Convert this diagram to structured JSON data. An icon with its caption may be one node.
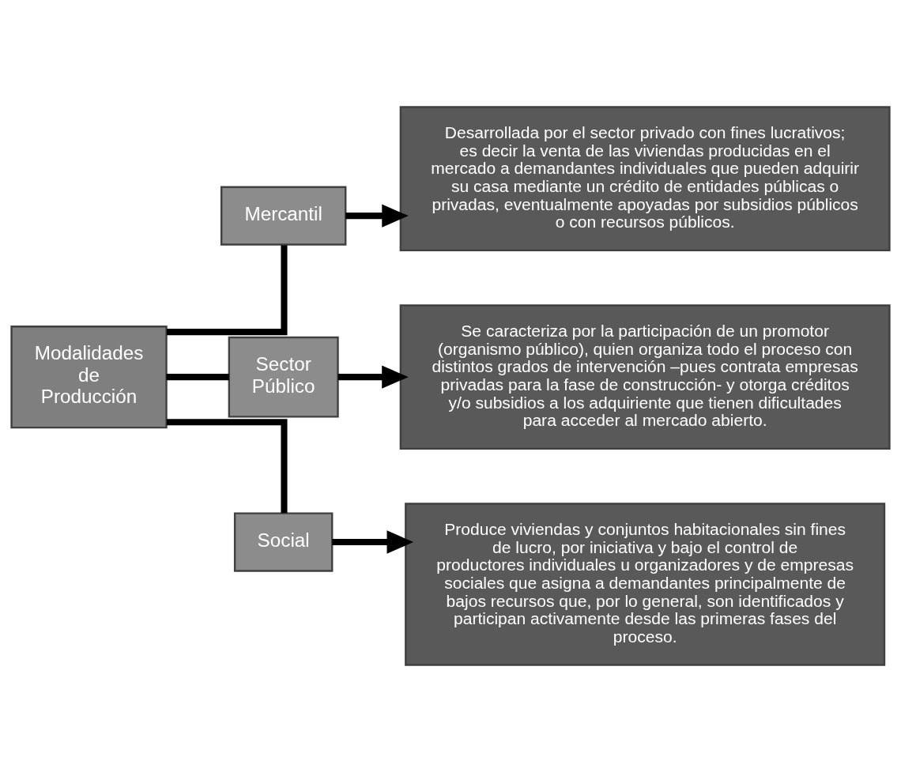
{
  "diagram": {
    "nodes": [
      {
        "text": [
          "Modalidades de Producción"
        ]
      },
      {
        "text": [
          "Mercantil"
        ]
      },
      {
        "text": [
          "Sector Público"
        ]
      },
      {
        "text": [
          "Social"
        ]
      },
      {
        "text": [
          "Desarrollada por el sector privado con fines lucrativos; es decir la venta de las viviendas producidas en el mercado a demandantes individuales que pueden adquirir su casa mediante un crédito de entidades públicas o privadas, eventualmente apoyadas por subsidios públicos o con recursos públicos."
        ]
      },
      {
        "text": [
          "Se caracteriza por la participación de un promotor (organismo público), quien organiza todo el proceso con distintos grados de intervención –pues contrata empresas privadas para la fase de construcción- y otorga créditos y/o subsidios a los adquiriente que tienen dificultades para acceder al mercado abierto."
        ]
      },
      {
        "text": [
          "Produce viviendas y conjuntos habitacionales sin fines de lucro, por iniciativa y bajo el control de productores individuales u organizadores y de empresas sociales que asigna a demandantes principalmente de bajos recursos que, por lo general, son identificados y participan activamente desde las primeras fases del proceso."
        ]
      }
    ],
    "edges": [
      {
        "from": 0,
        "to": 1,
        "arrow": "none"
      },
      {
        "from": 0,
        "to": 2,
        "arrow": "none"
      },
      {
        "from": 0,
        "to": 3,
        "arrow": "none"
      },
      {
        "from": 1,
        "to": 4,
        "arrow": "to"
      },
      {
        "from": 2,
        "to": 5,
        "arrow": "to"
      },
      {
        "from": 3,
        "to": 6,
        "arrow": "to"
      }
    ]
  }
}
